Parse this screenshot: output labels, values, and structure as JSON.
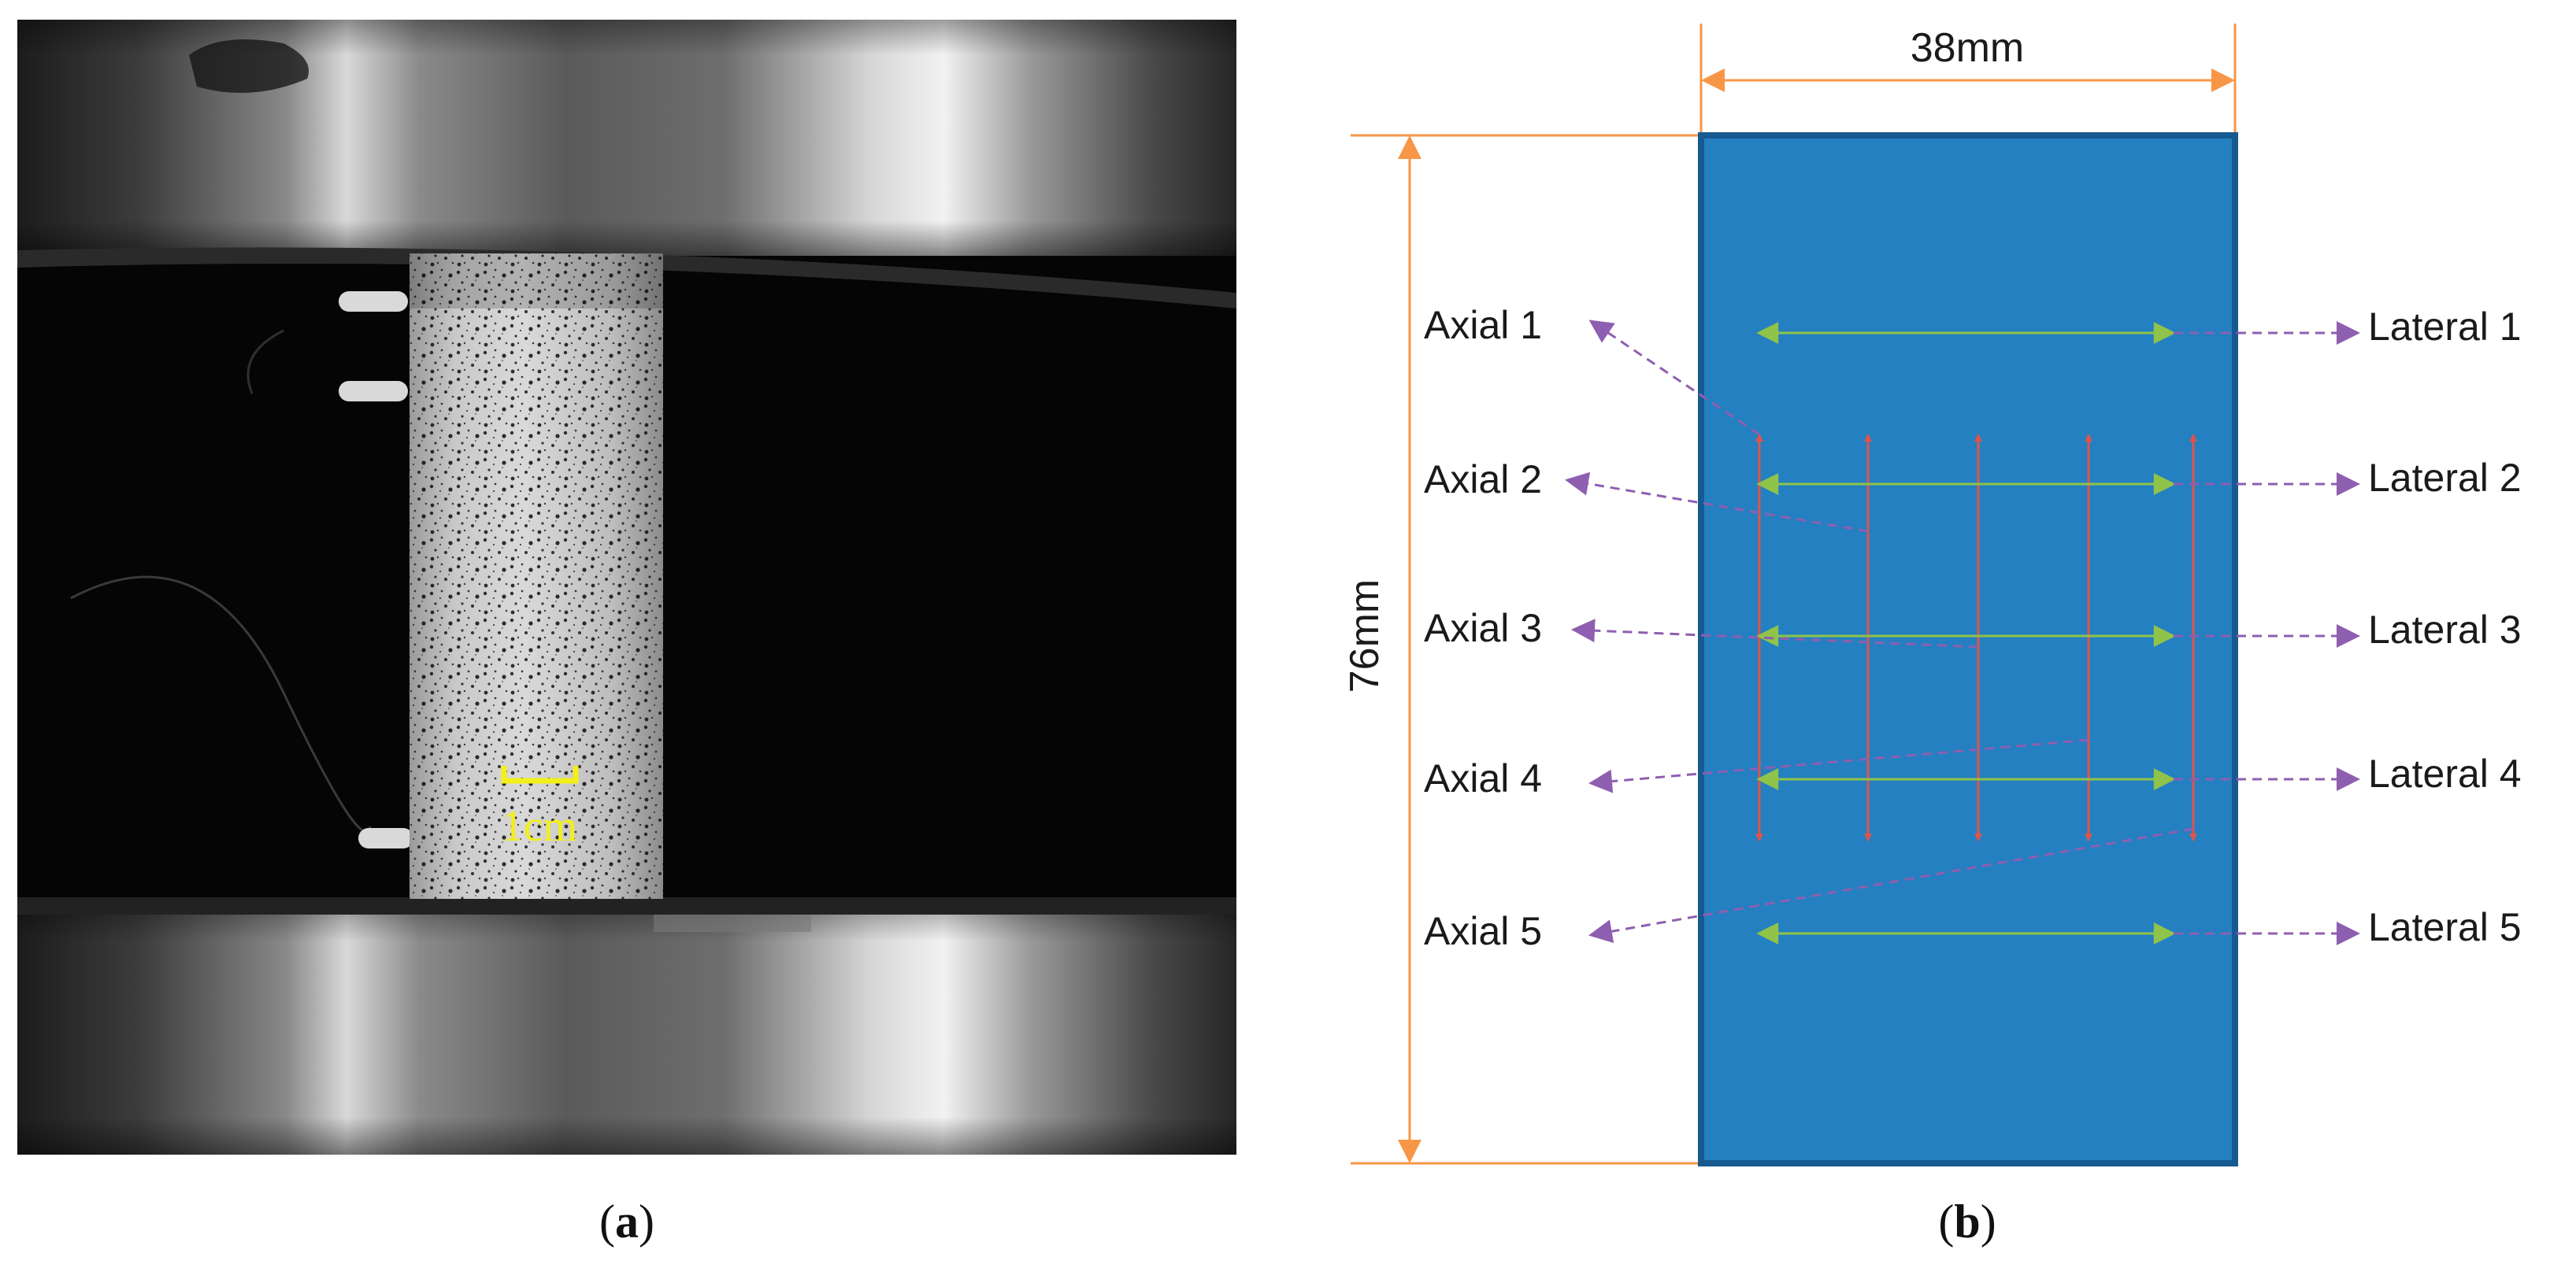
{
  "panel_a": {
    "scale_bar_label": "1cm",
    "caption": {
      "open": "(",
      "letter": "a",
      "close": ")"
    }
  },
  "panel_b": {
    "width_label": "38mm",
    "height_label": "76mm",
    "axial_labels": [
      "Axial 1",
      "Axial 2",
      "Axial 3",
      "Axial 4",
      "Axial 5"
    ],
    "lateral_labels": [
      "Lateral 1",
      "Lateral 2",
      "Lateral 3",
      "Lateral 4",
      "Lateral 5"
    ],
    "caption": {
      "open": "(",
      "letter": "b",
      "close": ")"
    }
  },
  "colors": {
    "specimen_fill": "#2480c0",
    "specimen_border": "#175a8f",
    "dimension": "#f79646",
    "axial_gauge": "#e0534b",
    "lateral_gauge": "#8fc34a",
    "leader": "#8e5fb0",
    "scale_bar": "#f2ef1a"
  }
}
